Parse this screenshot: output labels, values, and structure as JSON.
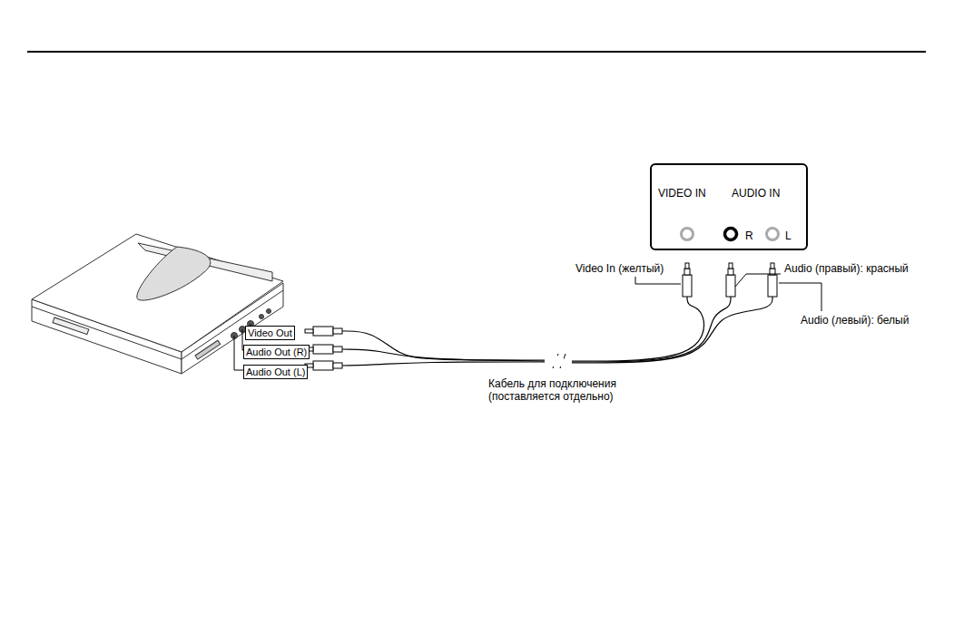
{
  "diagram": {
    "nodes": [
      {
        "text": [
          "VIDEO IN",
          "AUDIO IN",
          "R",
          "L"
        ]
      }
    ],
    "labels": [
      "Video Out",
      "Audio Out (R)",
      "Audio Out (L)",
      "Video In (желтый)",
      "Audio (правый): красный",
      "Audio (левый): белый",
      "Кабель для подключения (поставляется отдельно)"
    ]
  }
}
